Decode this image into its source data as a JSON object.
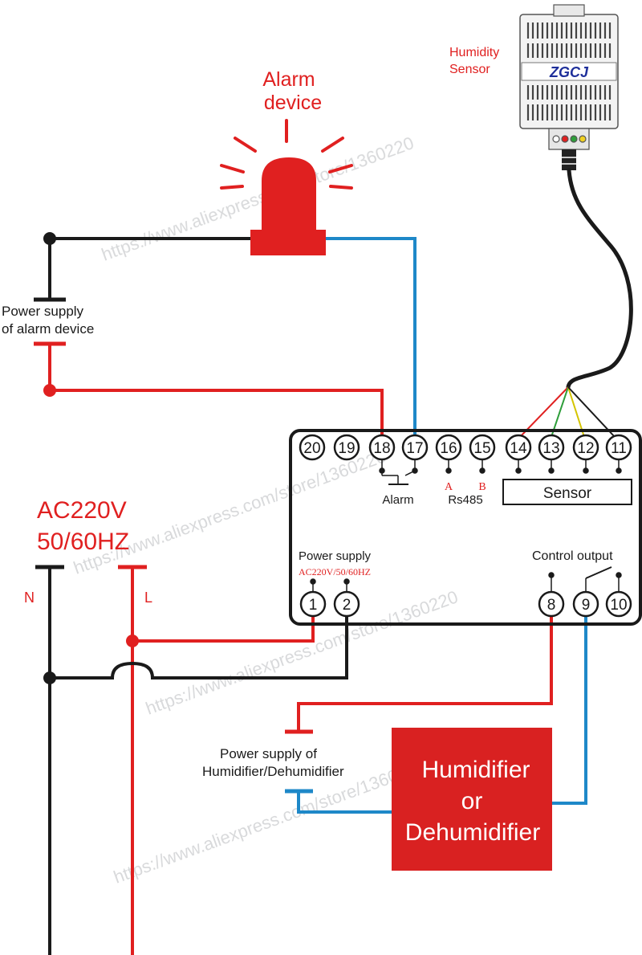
{
  "colors": {
    "red": "#e02020",
    "blue": "#1e88c8",
    "black": "#1a1a1a",
    "box_red": "#d92121",
    "logo_blue": "#1e2f9a",
    "watermark": "#b9bbbd"
  },
  "watermark": {
    "text_1": "https://www.aliexpress.com/store/1360220",
    "text_2": "https://www.aliexpress.com/store/1360220",
    "text_3": "https://www.aliexpress.com/store/1360220",
    "text_4": "https://www.aliexpress.com/store/1360220"
  },
  "sensor": {
    "label_line1": "Humidity",
    "label_line2": "Sensor",
    "logo": "ZGCJ"
  },
  "alarm": {
    "label_line1": "Alarm",
    "label_line2": "device"
  },
  "alarm_power": {
    "label_line1": "Power supply",
    "label_line2": "of alarm device"
  },
  "mains": {
    "voltage": "AC220V",
    "frequency": "50/60HZ",
    "neutral": "N",
    "live": "L"
  },
  "controller": {
    "top_terminals": [
      "20",
      "19",
      "18",
      "17",
      "16",
      "15",
      "14",
      "13",
      "12",
      "11"
    ],
    "alarm_label": "Alarm",
    "rs485_a": "A",
    "rs485_b": "B",
    "rs485_label": "Rs485",
    "sensor_label": "Sensor",
    "power_label": "Power supply",
    "power_spec": "AC220V/50/60HZ",
    "control_label": "Control output",
    "bottom_terminals": [
      "1",
      "2",
      "8",
      "9",
      "10"
    ]
  },
  "load_power": {
    "label_line1": "Power supply  of",
    "label_line2": "Humidifier/Dehumidifier"
  },
  "load": {
    "line1": "Humidifier",
    "line2": "or",
    "line3": "Dehumidifier"
  }
}
